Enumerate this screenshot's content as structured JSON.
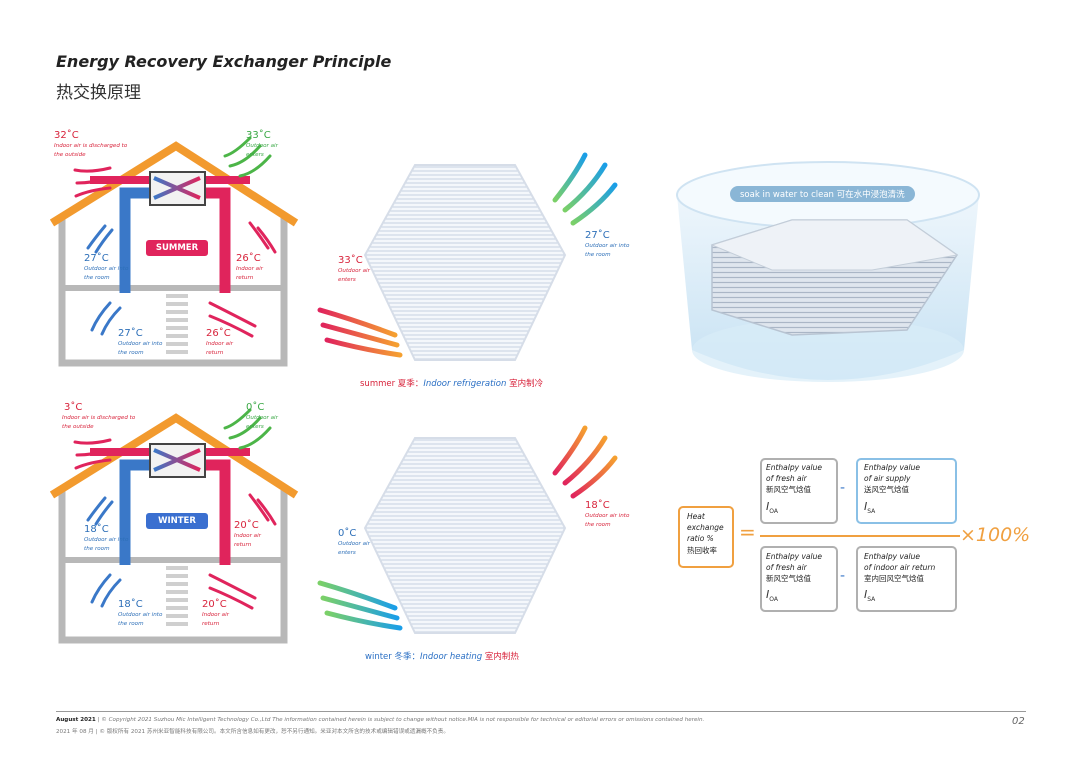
{
  "title_en": "Energy Recovery Exchanger Principle",
  "title_cn": "热交换原理",
  "summer_house": {
    "badge": "SUMMER",
    "discharge_temp": "32˚C",
    "discharge_text": "Indoor air is discharged to the outside",
    "outdoor_temp": "33˚C",
    "outdoor_text": "Outdoor air enters",
    "upper_left_temp": "27˚C",
    "upper_left_text": "Outdoor air into the room",
    "upper_right_temp": "26˚C",
    "upper_right_text": "Indoor air return",
    "lower_left_temp": "27˚C",
    "lower_left_text": "Outdoor air into the room",
    "lower_right_temp": "26˚C",
    "lower_right_text": "Indoor air return"
  },
  "winter_house": {
    "badge": "WINTER",
    "discharge_temp": "3˚C",
    "discharge_text": "Indoor air is discharged to the outside",
    "outdoor_temp": "0˚C",
    "outdoor_text": "Outdoor air enters",
    "upper_left_temp": "18˚C",
    "upper_left_text": "Outdoor air into the room",
    "upper_right_temp": "20˚C",
    "upper_right_text": "Indoor air return",
    "lower_left_temp": "18˚C",
    "lower_left_text": "Outdoor air into the room",
    "lower_right_temp": "20˚C",
    "lower_right_text": "Indoor air return"
  },
  "summer_exchanger": {
    "in_temp": "33˚C",
    "in_text": "Outdoor air enters",
    "out_temp": "27˚C",
    "out_text": "Outdoor air into the room",
    "caption_season": "summer 夏季：",
    "caption_en": "Indoor refrigeration",
    "caption_cn": "室内制冷"
  },
  "winter_exchanger": {
    "in_temp": "0˚C",
    "in_text": "Outdoor air enters",
    "out_temp": "18˚C",
    "out_text": "Outdoor air into the room",
    "caption_season": "winter 冬季：",
    "caption_en": "Indoor heating",
    "caption_cn": "室内制热"
  },
  "soak_label": "soak in water to clean 可在水中浸泡清洗",
  "formula": {
    "ratio_en1": "Heat",
    "ratio_en2": "exchange",
    "ratio_en3": "ratio %",
    "ratio_cn": "热回收率",
    "equals": "=",
    "times": "×100%",
    "minus": "-",
    "n1_en1": "Enthalpy value",
    "n1_en2": "of fresh air",
    "n1_cn": "新风空气焓值",
    "n1_sym": "I",
    "n1_sub": "OA",
    "n2_en1": "Enthalpy value",
    "n2_en2": "of air supply",
    "n2_cn": "送风空气焓值",
    "n2_sym": "I",
    "n2_sub": "SA",
    "d1_en1": "Enthalpy value",
    "d1_en2": "of fresh air",
    "d1_cn": "新风空气焓值",
    "d1_sym": "I",
    "d1_sub": "OA",
    "d2_en1": "Enthalpy value",
    "d2_en2": "of indoor air return",
    "d2_cn": "室内回风空气焓值",
    "d2_sym": "I",
    "d2_sub": "SA"
  },
  "footer": {
    "date": "August 2021",
    "copyright_en": "| © Copyright 2021 Suzhou Mic Intelligent Technology Co.,Ltd The information contained herein is subject to change without notice.MIA is not responsible for technical or editorial errors or omissions contained herein.",
    "copyright_cn": "2021 年 08 月 | © 版权所有 2021 苏州米亚智能科技有限公司。本文所含信息如有更改，恕不另行通知。米亚对本文所含的技术或编辑错误或遗漏概不负责。",
    "page": "02"
  },
  "colors": {
    "warm": "#e0245c",
    "cool": "#3a78c8",
    "roof": "#f29a2e",
    "green": "#4cb548",
    "orange_box": "#f0a040",
    "blue_box": "#8ac0e6"
  }
}
